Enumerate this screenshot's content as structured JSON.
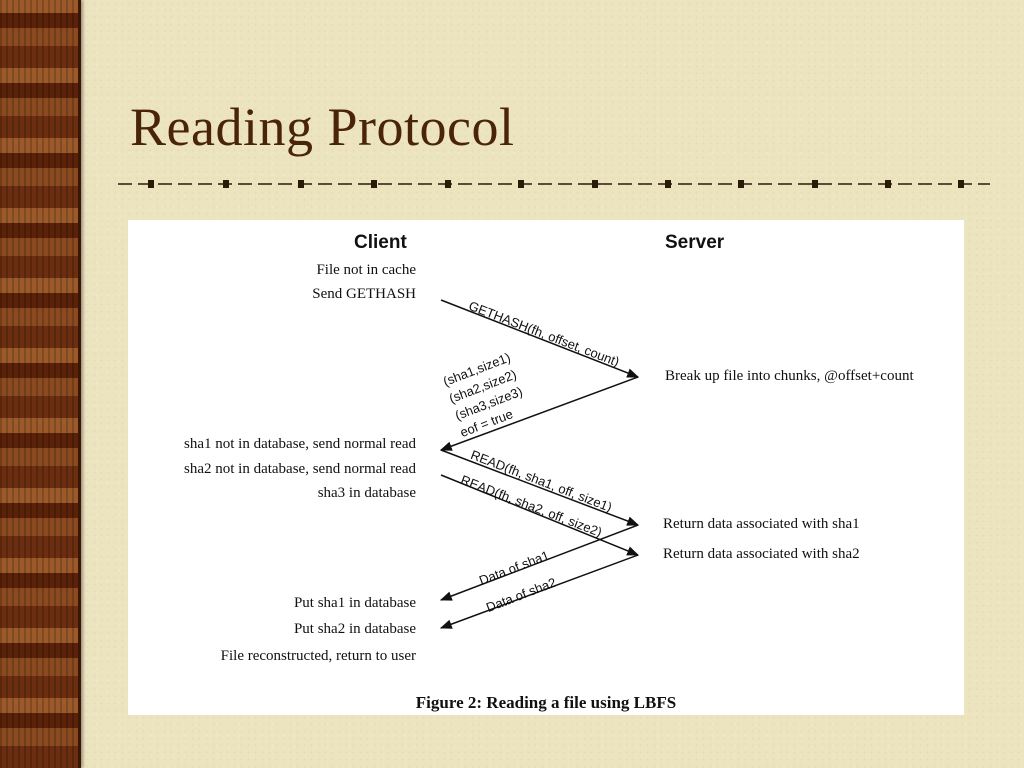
{
  "slide": {
    "title": "Reading Protocol"
  },
  "figure": {
    "client_header": "Client",
    "server_header": "Server",
    "client_notes": [
      "File not in cache",
      "Send GETHASH",
      "sha1 not in database, send normal read",
      "sha2 not in database, send normal read",
      "sha3 in database",
      "Put sha1 in database",
      "Put sha2 in database",
      "File reconstructed, return to user"
    ],
    "server_notes": [
      "Break up file into chunks, @offset+count",
      "Return data associated with sha1",
      "Return data associated with sha2"
    ],
    "messages": {
      "gethash": "GETHASH(fh, offset, count)",
      "reply_lines": [
        "(sha1,size1)",
        "(sha2,size2)",
        "(sha3,size3)",
        "eof = true"
      ],
      "read1": "READ(fh, sha1, off, size1)",
      "read2": "READ(fh, sha2, off, size2)",
      "data1": "Data of sha1",
      "data2": "Data of sha2"
    },
    "caption": "Figure 2: Reading a file using LBFS"
  }
}
